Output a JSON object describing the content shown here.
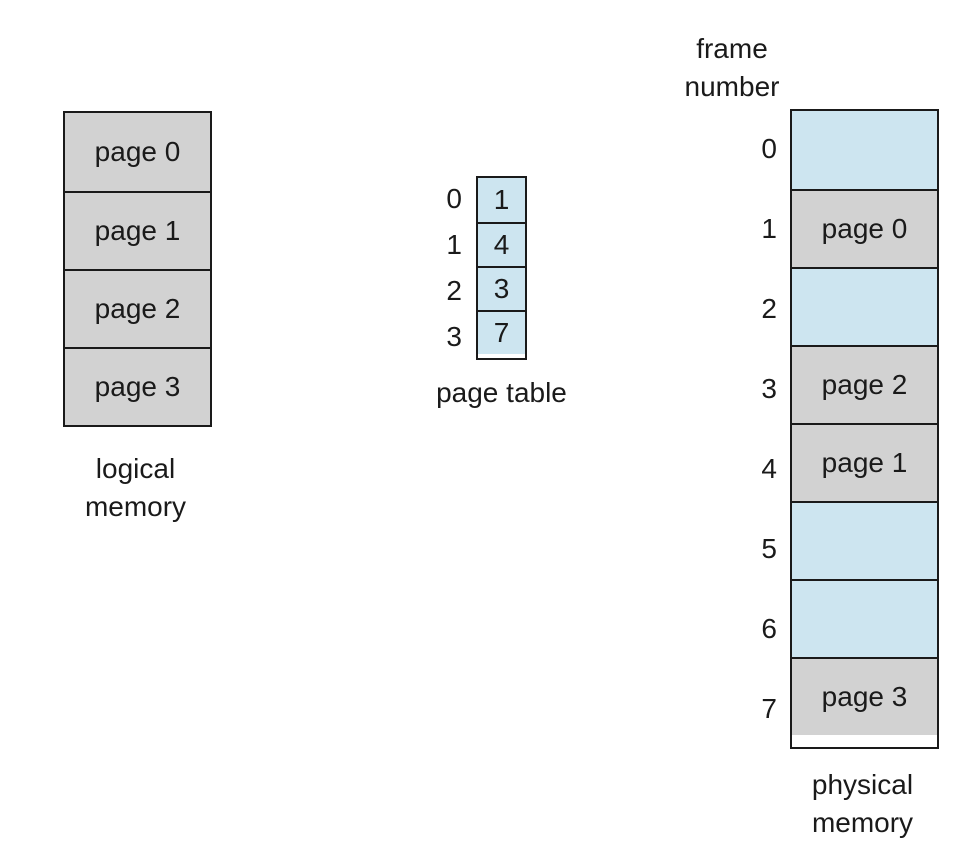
{
  "colors": {
    "occupied_fill": "#d2d2d2",
    "free_fill": "#cde5f0",
    "border": "#1a1a1a",
    "text": "#1a1a1a",
    "background": "#ffffff"
  },
  "logical_memory": {
    "cells": [
      "page 0",
      "page 1",
      "page 2",
      "page 3"
    ],
    "label_line1": "logical",
    "label_line2": "memory"
  },
  "page_table": {
    "label": "page table",
    "entries": [
      {
        "index": "0",
        "frame": "1"
      },
      {
        "index": "1",
        "frame": "4"
      },
      {
        "index": "2",
        "frame": "3"
      },
      {
        "index": "3",
        "frame": "7"
      }
    ]
  },
  "physical_memory": {
    "header_line1": "frame",
    "header_line2": "number",
    "label_line1": "physical",
    "label_line2": "memory",
    "frames": [
      {
        "number": "0",
        "content": "",
        "state": "free"
      },
      {
        "number": "1",
        "content": "page 0",
        "state": "occupied"
      },
      {
        "number": "2",
        "content": "",
        "state": "free"
      },
      {
        "number": "3",
        "content": "page 2",
        "state": "occupied"
      },
      {
        "number": "4",
        "content": "page 1",
        "state": "occupied"
      },
      {
        "number": "5",
        "content": "",
        "state": "free"
      },
      {
        "number": "6",
        "content": "",
        "state": "free"
      },
      {
        "number": "7",
        "content": "page 3",
        "state": "occupied"
      }
    ]
  }
}
